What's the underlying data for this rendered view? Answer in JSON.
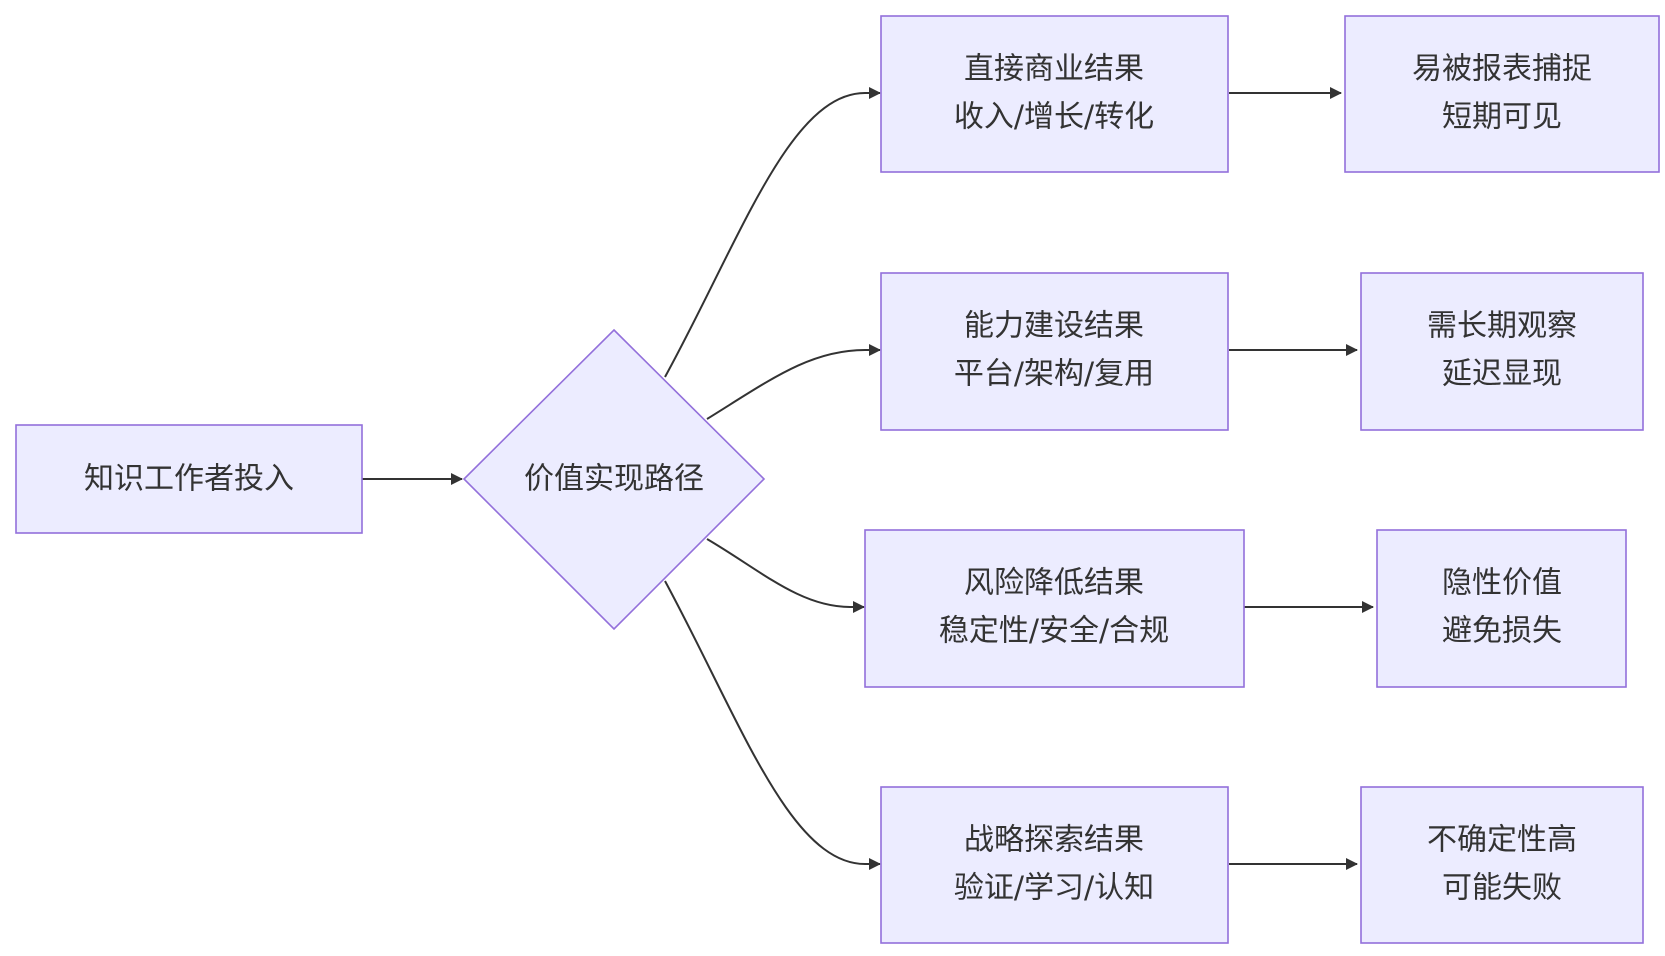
{
  "nodes": {
    "input": {
      "label": "知识工作者投入"
    },
    "decision": {
      "label": "价值实现路径"
    },
    "direct": {
      "line1": "直接商业结果",
      "line2": "收入/增长/转化"
    },
    "direct_note": {
      "line1": "易被报表捕捉",
      "line2": "短期可见"
    },
    "capability": {
      "line1": "能力建设结果",
      "line2": "平台/架构/复用"
    },
    "capability_note": {
      "line1": "需长期观察",
      "line2": "延迟显现"
    },
    "risk": {
      "line1": "风险降低结果",
      "line2": "稳定性/安全/合规"
    },
    "risk_note": {
      "line1": "隐性价值",
      "line2": "避免损失"
    },
    "strategy": {
      "line1": "战略探索结果",
      "line2": "验证/学习/认知"
    },
    "strategy_note": {
      "line1": "不确定性高",
      "line2": "可能失败"
    }
  },
  "edges": [
    {
      "from": "input",
      "to": "decision"
    },
    {
      "from": "decision",
      "to": "direct"
    },
    {
      "from": "decision",
      "to": "capability"
    },
    {
      "from": "decision",
      "to": "risk"
    },
    {
      "from": "decision",
      "to": "strategy"
    },
    {
      "from": "direct",
      "to": "direct_note"
    },
    {
      "from": "capability",
      "to": "capability_note"
    },
    {
      "from": "risk",
      "to": "risk_note"
    },
    {
      "from": "strategy",
      "to": "strategy_note"
    }
  ],
  "colors": {
    "node_fill": "#ececff",
    "node_stroke": "#9370db",
    "edge": "#333333",
    "text": "#333333"
  }
}
